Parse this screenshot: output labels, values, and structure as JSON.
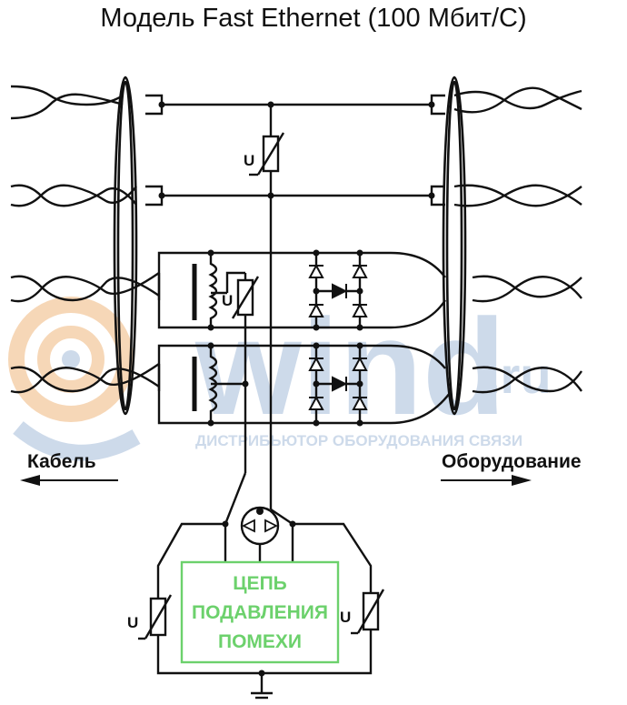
{
  "title": "Модель Fast Ethernet (100 Мбит/С)",
  "labels": {
    "left_arrow": "Кабель",
    "right_arrow": "Оборудование",
    "varistor": "U"
  },
  "filter_block": {
    "line1": "ЦЕПЬ",
    "line2": "ПОДАВЛЕНИЯ",
    "line3": "ПОМЕХИ",
    "color": "#6cd16c"
  },
  "watermark": {
    "brand": "wind",
    "domain": ".ru",
    "tagline": "ДИСТРИБЬЮТОР ОБОРУДОВАНИЯ СВЯЗИ",
    "color": "#c8d6e8"
  }
}
